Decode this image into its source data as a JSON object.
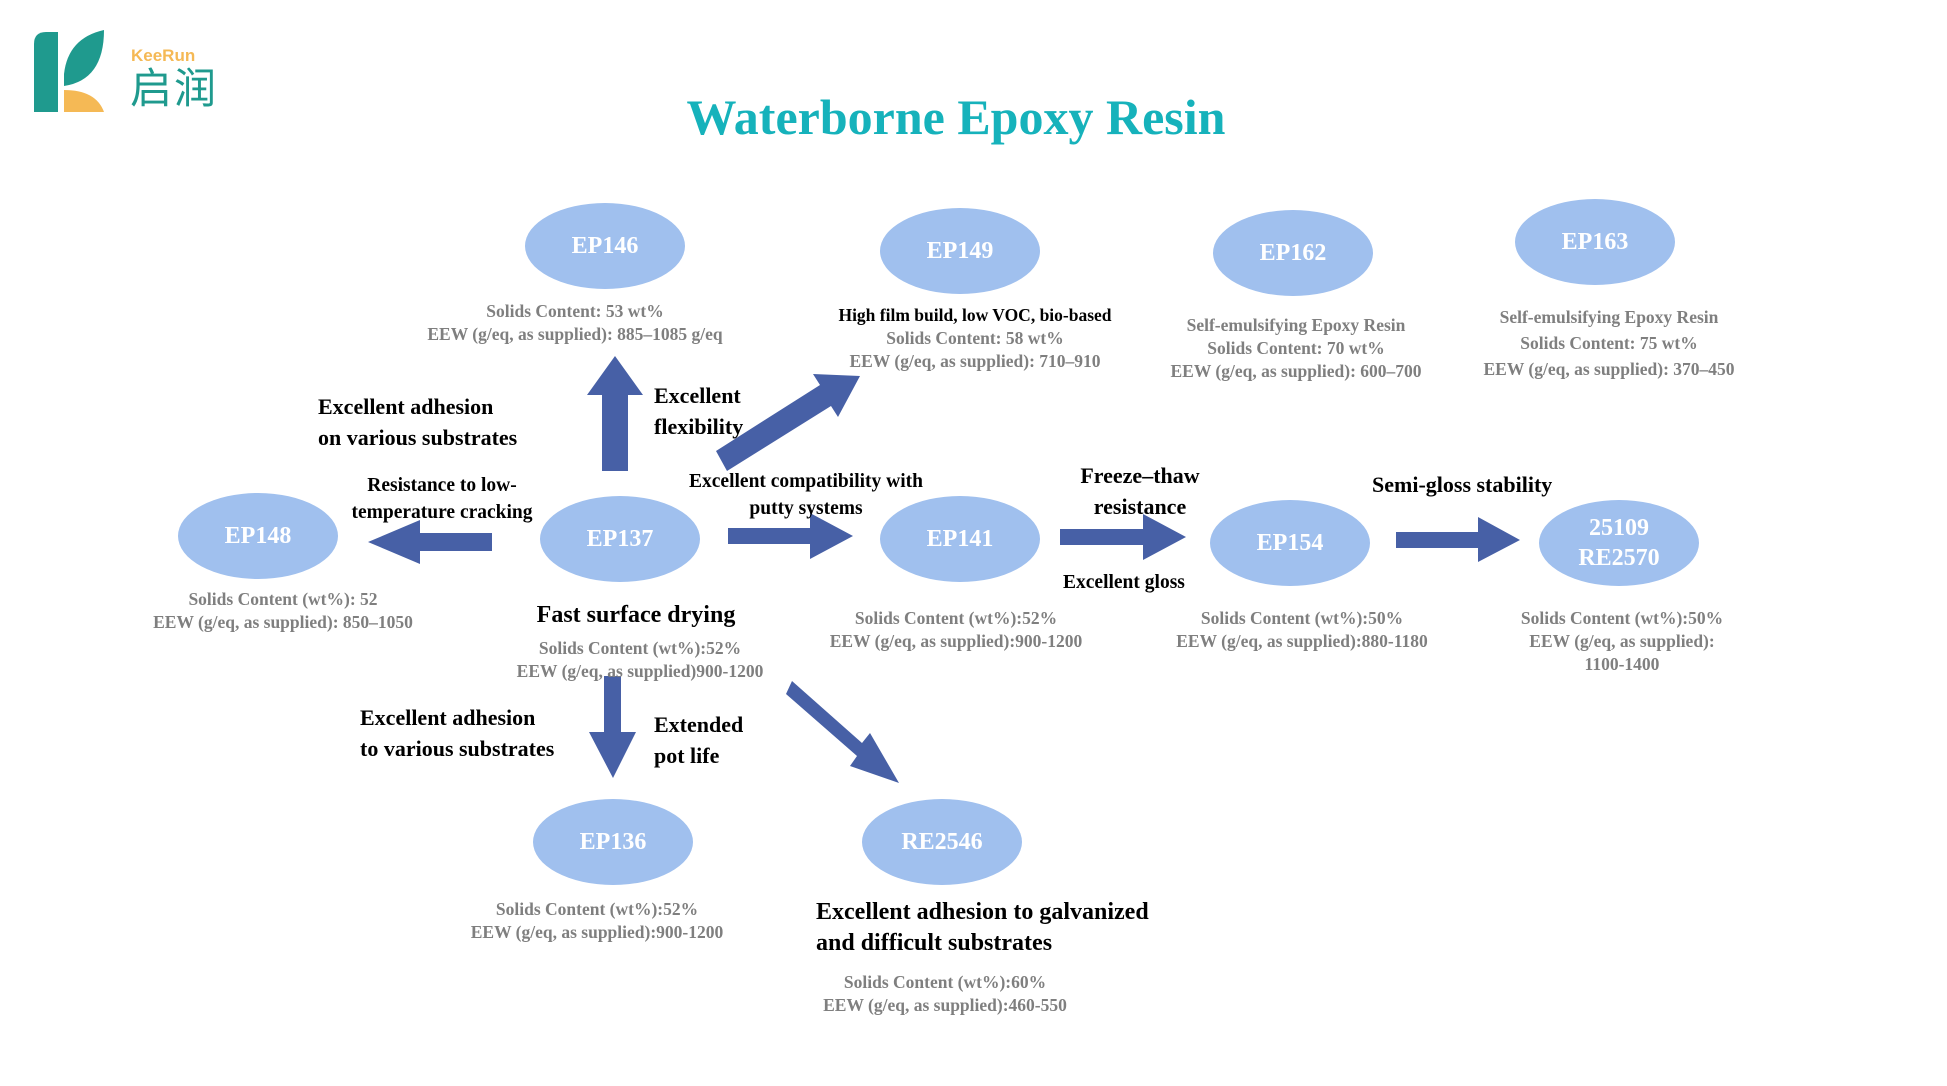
{
  "logo": {
    "brand_en": "KeeRun",
    "brand_cn": "启润",
    "colors": {
      "teal": "#1f9a8e",
      "orange": "#f5b955"
    }
  },
  "title": "Waterborne Epoxy Resin",
  "colors": {
    "title": "#16b2bb",
    "node_fill": "#a0c0ee",
    "arrow": "#4760a6",
    "spec_text": "#7f7f7f"
  },
  "nodes": {
    "ep146": {
      "label": "EP146",
      "specs": [
        "Solids Content: 53 wt%",
        "EEW (g/eq, as supplied): 885–1085 g/eq"
      ]
    },
    "ep149": {
      "label": "EP149",
      "tagline": "High film build, low VOC, bio-based",
      "specs": [
        "Solids Content: 58 wt%",
        "EEW (g/eq, as supplied): 710–910"
      ]
    },
    "ep162": {
      "label": "EP162",
      "specs": [
        "Self-emulsifying Epoxy Resin",
        "Solids Content: 70 wt%",
        "EEW (g/eq, as supplied): 600–700"
      ]
    },
    "ep163": {
      "label": "EP163",
      "specs": [
        "Self-emulsifying Epoxy Resin",
        "Solids Content: 75 wt%",
        "EEW (g/eq, as supplied): 370–450"
      ]
    },
    "ep148": {
      "label": "EP148",
      "specs": [
        "Solids Content (wt%): 52",
        "EEW (g/eq, as supplied): 850–1050"
      ]
    },
    "ep137": {
      "label": "EP137",
      "tagline": "Fast surface drying",
      "specs": [
        "Solids Content (wt%):52%",
        "EEW (g/eq, as supplied)900-1200"
      ]
    },
    "ep141": {
      "label": "EP141",
      "specs": [
        "Solids Content (wt%):52%",
        "EEW (g/eq, as supplied):900-1200"
      ]
    },
    "ep154": {
      "label": "EP154",
      "specs": [
        "Solids Content (wt%):50%",
        "EEW (g/eq, as supplied):880-1180"
      ]
    },
    "re2570": {
      "label_line1": "25109",
      "label_line2": "RE2570",
      "specs": [
        "Solids Content (wt%):50%",
        "EEW (g/eq, as supplied):",
        "1100-1400"
      ]
    },
    "ep136": {
      "label": "EP136",
      "specs": [
        "Solids Content (wt%):52%",
        "EEW (g/eq, as supplied):900-1200"
      ]
    },
    "re2546": {
      "label": "RE2546",
      "tagline_lines": [
        "Excellent adhesion to galvanized",
        "and difficult substrates"
      ],
      "specs": [
        "Solids Content (wt%):60%",
        "EEW (g/eq, as supplied):460-550"
      ]
    }
  },
  "features": {
    "adhesion_various_up": [
      "Excellent adhesion",
      "on various substrates"
    ],
    "flexibility": [
      "Excellent",
      "flexibility"
    ],
    "low_temp": [
      "Resistance to low-",
      "temperature cracking"
    ],
    "putty": [
      "Excellent compatibility with",
      "putty systems"
    ],
    "freeze_thaw": [
      "Freeze–thaw",
      "resistance"
    ],
    "gloss": "Excellent gloss",
    "semi_gloss": "Semi-gloss stability",
    "adhesion_various_down": [
      "Excellent adhesion",
      "to various substrates"
    ],
    "pot_life": [
      "Extended",
      "pot life"
    ]
  }
}
